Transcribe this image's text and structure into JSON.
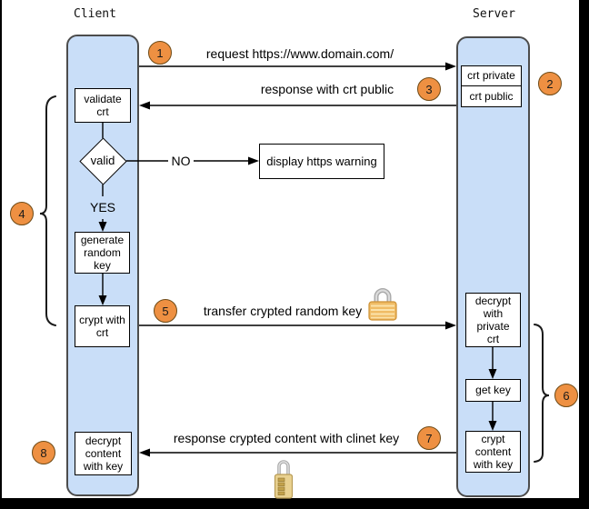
{
  "actors": {
    "client": "Client",
    "server": "Server"
  },
  "client_flow": {
    "validate_crt": "validate\ncrt",
    "valid_decision": "valid",
    "generate_key": "generate\nrandom\nkey",
    "crypt_with_crt": "crypt with\ncrt",
    "decrypt_content": "decrypt\ncontent\nwith key"
  },
  "server_flow": {
    "crt_private": "crt private",
    "crt_public": "crt public",
    "decrypt_with_private_crt": "decrypt\nwith\nprivate\ncrt",
    "get_key": "get key",
    "crypt_content": "crypt\ncontent\nwith key"
  },
  "decision_labels": {
    "no": "NO",
    "yes": "YES"
  },
  "warning": "display https warning",
  "messages": {
    "request": "request https://www.domain.com/",
    "response_public": "response with crt public",
    "transfer_key": "transfer crypted random key",
    "response_content": "response crypted content with clinet key"
  },
  "steps": [
    "1",
    "2",
    "3",
    "4",
    "5",
    "6",
    "7",
    "8"
  ],
  "icons": {
    "transfer_lock": "closed-padlock-icon",
    "content_lock": "combination-padlock-icon"
  },
  "colors": {
    "lane_fill": "#c9def8",
    "lane_border": "#4c4c4c",
    "step_fill": "#ee9042",
    "lock_gold": "#f0bc66",
    "lock_silver": "#b5b5b5"
  }
}
